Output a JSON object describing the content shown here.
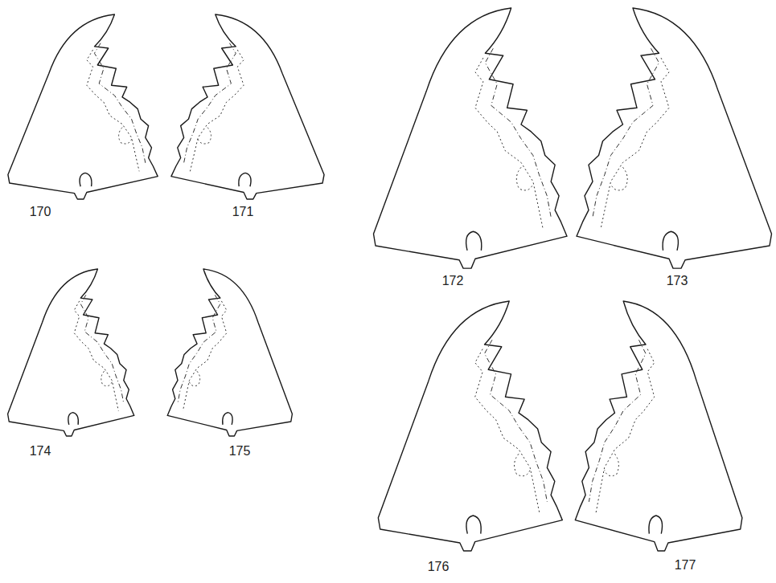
{
  "diagram": {
    "labels": [
      "170",
      "171",
      "172",
      "173",
      "174",
      "175",
      "176",
      "177"
    ]
  }
}
